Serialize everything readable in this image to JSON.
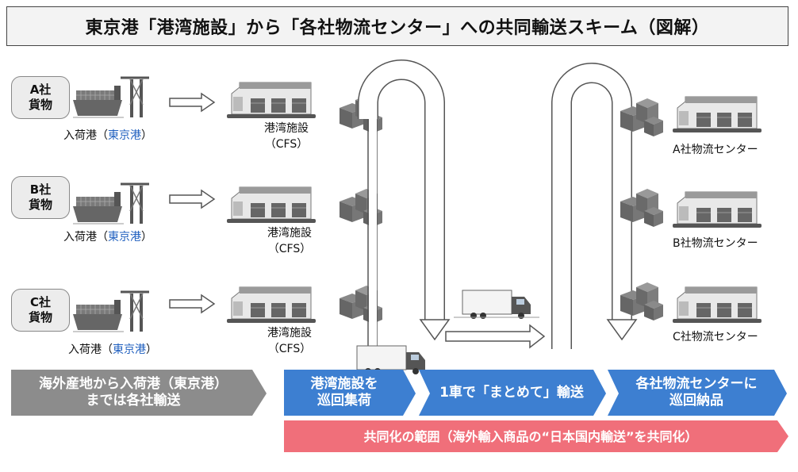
{
  "title": "東京港「港湾施設」から「各社物流センター」への共同輸送スキーム（図解）",
  "rows": [
    {
      "cargo_line1": "A社",
      "cargo_line2": "貨物",
      "port_prefix": "入荷港（",
      "port_name": "東京港",
      "port_suffix": "）",
      "cfs_line1": "港湾施設",
      "cfs_line2": "（CFS）",
      "center": "A社物流センター"
    },
    {
      "cargo_line1": "B社",
      "cargo_line2": "貨物",
      "port_prefix": "入荷港（",
      "port_name": "東京港",
      "port_suffix": "）",
      "cfs_line1": "港湾施設",
      "cfs_line2": "（CFS）",
      "center": "B社物流センター"
    },
    {
      "cargo_line1": "C社",
      "cargo_line2": "貨物",
      "port_prefix": "入荷港（",
      "port_name": "東京港",
      "port_suffix": "）",
      "cfs_line1": "港湾施設",
      "cfs_line2": "（CFS）",
      "center": "C社物流センター"
    }
  ],
  "steps": [
    {
      "line1": "海外産地から入荷港（東京港）",
      "line2": "までは各社輸送"
    },
    {
      "line1": "港湾施設を",
      "line2": "巡回集荷"
    },
    {
      "line1": "1車で「まとめて」輸送",
      "line2": ""
    },
    {
      "line1": "各社物流センターに",
      "line2": "巡回納品"
    }
  ],
  "scope_banner": "共同化の範囲（海外輸入商品の“日本国内輸送”を共同化）",
  "colors": {
    "step_gray": "#8c8c8c",
    "step_blue": "#3d7fd1",
    "scope_pink": "#f06f7a",
    "port_highlight": "#1f5fbf"
  }
}
